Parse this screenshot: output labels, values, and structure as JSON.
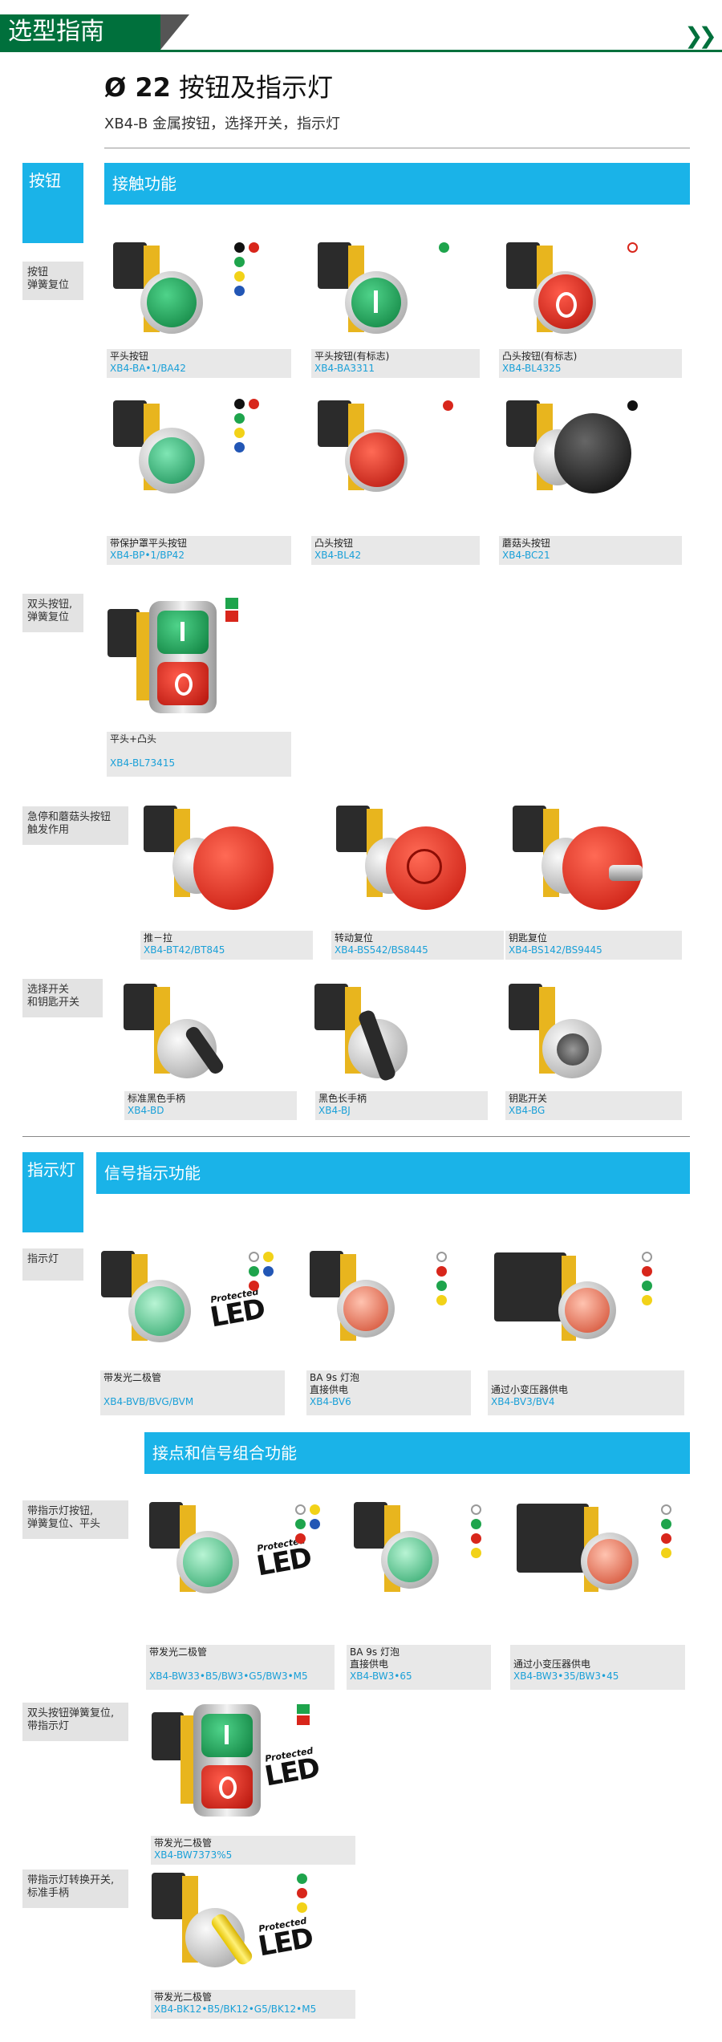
{
  "header": {
    "title": "选型指南"
  },
  "page": {
    "title_symbol": "Ø 22",
    "title_rest": "按钮及指示灯",
    "subtitle": "XB4-B 金属按钮，选择开关，指示灯"
  },
  "colors": {
    "green": "#00703c",
    "cyan": "#1ab3e8"
  },
  "sections": {
    "buttons": {
      "tag": "按钮",
      "heading": "接触功能",
      "groups": {
        "g1": {
          "label": "按钮\n弹簧复位"
        },
        "g2": {
          "label": "双头按钮,\n弹簧复位"
        },
        "g3": {
          "label": "急停和蘑菇头按钮\n触发作用"
        },
        "g4": {
          "label": "选择开关\n和钥匙开关"
        }
      },
      "items": [
        {
          "name": "平头按钮",
          "code": "XB4-BA•1/BA42"
        },
        {
          "name": "平头按钮(有标志)",
          "code": "XB4-BA3311"
        },
        {
          "name": "凸头按钮(有标志)",
          "code": "XB4-BL4325"
        },
        {
          "name": "带保护罩平头按钮",
          "code": "XB4-BP•1/BP42"
        },
        {
          "name": "凸头按钮",
          "code": "XB4-BL42"
        },
        {
          "name": "蘑菇头按钮",
          "code": "XB4-BC21"
        },
        {
          "name": "平头+凸头",
          "code": "XB4-BL73415"
        },
        {
          "name": "推－拉",
          "code": "XB4-BT42/BT845"
        },
        {
          "name": "转动复位",
          "code": "XB4-BS542/BS8445"
        },
        {
          "name": "钥匙复位",
          "code": "XB4-BS142/BS9445"
        },
        {
          "name": "标准黑色手柄",
          "code": "XB4-BD"
        },
        {
          "name": "黑色长手柄",
          "code": "XB4-BJ"
        },
        {
          "name": "钥匙开关",
          "code": "XB4-BG"
        }
      ]
    },
    "lights": {
      "tag": "指示灯",
      "heading": "信号指示功能",
      "groups": {
        "g1": {
          "label": "指示灯"
        }
      },
      "items": [
        {
          "name": "带发光二极管",
          "code": "XB4-BVB/BVG/BVM"
        },
        {
          "name": "BA 9s 灯泡\n直接供电",
          "code": "XB4-BV6"
        },
        {
          "name": "通过小变压器供电",
          "code": "XB4-BV3/BV4"
        }
      ]
    },
    "combo": {
      "heading": "接点和信号组合功能",
      "groups": {
        "g1": {
          "label": "带指示灯按钮,\n弹簧复位、平头"
        },
        "g2": {
          "label": "双头按钮弹簧复位,\n带指示灯"
        },
        "g3": {
          "label": "带指示灯转换开关,\n标准手柄"
        }
      },
      "items": [
        {
          "name": "带发光二极管",
          "code": "XB4-BW33•B5/BW3•G5/BW3•M5"
        },
        {
          "name": "BA 9s 灯泡\n直接供电",
          "code": "XB4-BW3•65"
        },
        {
          "name": "通过小变压器供电",
          "code": "XB4-BW3•35/BW3•45"
        },
        {
          "name": "带发光二极管",
          "code": "XB4-BW7373%5"
        },
        {
          "name": "带发光二极管",
          "code": "XB4-BK12•B5/BK12•G5/BK12•M5"
        }
      ]
    }
  },
  "badges": {
    "protected": "Protected",
    "led": "LED"
  }
}
